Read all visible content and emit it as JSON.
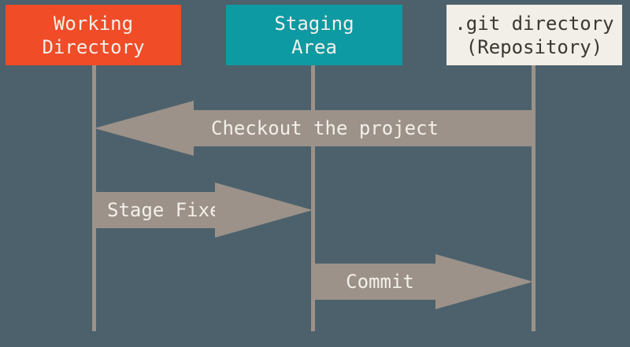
{
  "diagram": {
    "type": "sequence-diagram",
    "subject": "Git basic workflow areas",
    "columns": [
      {
        "id": "working-directory",
        "label": "Working\nDirectory",
        "bg_color": "#F04C28",
        "text_color": "#F3F0EA"
      },
      {
        "id": "staging-area",
        "label": "Staging\nArea",
        "bg_color": "#0D9AA2",
        "text_color": "#F3F0EA"
      },
      {
        "id": "git-directory",
        "label": ".git directory\n(Repository)",
        "bg_color": "#F2EFE9",
        "text_color": "#3B3733"
      }
    ],
    "arrows": [
      {
        "label": "Checkout the project",
        "from": "git-directory",
        "to": "working-directory",
        "direction": "left"
      },
      {
        "label": "Stage Fixes",
        "from": "working-directory",
        "to": "staging-area",
        "direction": "right"
      },
      {
        "label": "Commit",
        "from": "staging-area",
        "to": "git-directory",
        "direction": "right"
      }
    ],
    "colors": {
      "background": "#4C616C",
      "arrow": "#9C9289",
      "lifeline": "#9C9289",
      "arrow_text": "#F3F0EA"
    }
  }
}
